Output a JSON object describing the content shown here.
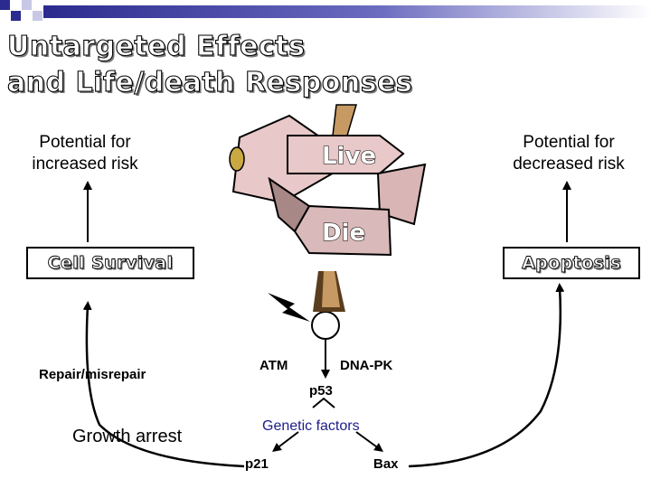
{
  "title": {
    "line1": "Untargeted Effects",
    "line2": "and Life/death Responses"
  },
  "left": {
    "outcome": [
      "Potential for",
      "increased risk"
    ],
    "box": "Cell Survival"
  },
  "right": {
    "outcome": [
      "Potential for",
      "decreased risk"
    ],
    "box": "Apoptosis"
  },
  "center": {
    "sign_live": "Live",
    "sign_die": "Die"
  },
  "pathway": {
    "atm": "ATM",
    "dnapk": "DNA-PK",
    "p53": "p53",
    "genetic": "Genetic factors",
    "p21": "p21",
    "bax": "Bax",
    "repair": "Repair/misrepair",
    "growth_arrest": "Growth arrest"
  },
  "colors": {
    "genetic_text": "#1d1d8a",
    "sign_fill": "#e8c8c8",
    "bar_dark": "#2b2b8f"
  },
  "icons": [
    "lightning-bolt-icon",
    "signpost-icon",
    "damaged-cell-icon"
  ]
}
